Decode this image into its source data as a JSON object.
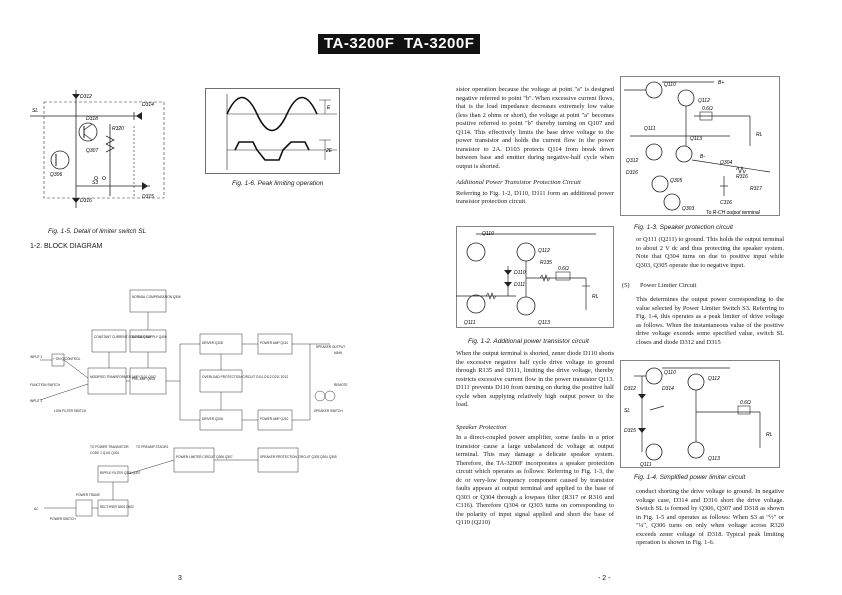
{
  "header": {
    "model_a": "TA-3200F",
    "model_b": "TA-3200F"
  },
  "fig15": {
    "caption": "Fig. 1-5.  Detail of limiter switch SL",
    "labels": {
      "sl": "SL",
      "d312": "D312",
      "d314": "D314",
      "d318": "D318",
      "r320": "R320",
      "q307": "Q307",
      "q306": "Q306",
      "s3": "S3",
      "d316": "D316",
      "d315": "D315"
    }
  },
  "fig16": {
    "caption": "Fig. 1-6.  Peak limiting operation",
    "labels": {
      "e": "E",
      "two_e": "2E"
    }
  },
  "section12": {
    "heading": "1-2.  BLOCK DIAGRAM"
  },
  "block_diagram": {
    "blocks": {
      "normal": "NORMAL COMPENSATION Q306",
      "ccs": "CONSTANT CURRENT SOURCE Q305",
      "dcbias": "DC BIAS SUPPLY Q406",
      "driver_top": "DRIVER Q108",
      "pamp_top": "POWER AMP Q110",
      "overload": "OVERLOAD PROTECTION CIRCUIT D111 D112 D211 D212",
      "driver_bot": "DRIVER Q208",
      "pamp_bot": "POWER AMP Q210",
      "cascode": "MODIFIED TRANSFORMER AMP Q101 Q102",
      "preamp": "PRE-AMP Q103",
      "filter1": "+ ON Q/CONTROL",
      "pw_limiter": "POWER LIMITER CIRCUIT Q306 Q307",
      "spk_prot": "SPEAKER PROTECTION CIRCUIT Q303 Q304 Q305",
      "ripple": "RIPPLE FILTER Q306 Q307",
      "rect": "RECTIFIER D501 D502",
      "power_tr": "POWER TRANS",
      "to_power": "TO POWER TRANSISTOR",
      "to_preamp": "TO PREAMP STAGES",
      "to_preamp_codes": "CODE 1 Q101 Q301"
    },
    "labels": {
      "input1": "INPUT 1",
      "input2": "INPUT 2",
      "function": "FUNCTION SWITCH",
      "lowfilter": "LOW FILTER SWITCH",
      "ac": "AC",
      "power_sw": "POWER SWITCH",
      "speaker_out": "SPEAKER OUTPUT",
      "main": "MAIN",
      "remote": "REMOTE",
      "speaker_sw": "SPEAKER SWITCH"
    }
  },
  "col3": {
    "para1": "sistor operation because the voltage at point \"a\" is designed negative referred to point \"b\". When excessive current flows, that is the load impedance decreases extremely low value (less than 2 ohms or short), the voltage at point \"a\" becomes positive referred to point \"b\" thereby turning on Q107 and Q114. This effectively limits the base drive voltage to the power transistor and holds the current flow in the power transistor to 2A. D103 protects Q114 from break down between base and emitter during negative-half cycle when output is shorted.",
    "sub1": "Additional Power Transistor Protection Circuit",
    "para2": "Referring to Fig. 1-2, D110, D111 form an additional power transistor protection circuit.",
    "fig12_caption": "Fig. 1-2.  Additional power transistor circuit",
    "fig12_labels": {
      "q110": "Q110",
      "q112": "Q112",
      "r135": "R135",
      "d110": "D110",
      "d111": "D111",
      "rl": "RL",
      "q111": "Q111",
      "q113": "Q113",
      "ohm": "0.6Ω"
    },
    "para3": "When the output terminal is shorted, zener diode D110 shorts the excessive negative half cycle drive voltage to ground through R135 and D111, limiting the drive voltage, thereby restricts excessive current flow in the power transistor Q113. D111 prevents D110 from turning on during the positive half cycle when supplying relatively high output power to the load.",
    "sub2": "Speaker Protection",
    "para4": "In a direct-coupled power amplifier, some faults in a prior transistor cause a large unbalanced dc voltage at output terminal. This may damage a delicate speaker system. Therefore, the TA-3200F incorporates a speaker protection circuit which operates as follows: Referring to Fig. 1-3, the dc or very-low frequency component caused by transistor faults appears at output terminal and applied to the base of Q303 or Q304 through a lowpass filter (R317 or R316 and C316). Therefore Q304 or Q303 turns on corresponding to the polarity of input signal applied and short the base of Q110 (Q210)"
  },
  "col4": {
    "fig13_caption": "Fig. 1-3.  Speaker protection circuit",
    "fig13_labels": {
      "q110": "Q110",
      "bplus": "B+",
      "q112": "Q112",
      "q111": "Q111",
      "q113": "Q113",
      "rl": "RL",
      "q312": "Q312",
      "bminus": "B-",
      "q304": "Q304",
      "d316": "D316",
      "q305": "Q305",
      "r316": "R316",
      "r317": "R317",
      "c316": "C316",
      "q303": "Q303",
      "to_rch": "To R-CH output terminal",
      "ohm": "0.6Ω"
    },
    "para1": "or Q111 (Q211) to ground. This holds the output terminal to about 2 V dc and thus protecting the speaker system. Note that Q304 turns on due to positive input while Q303, Q305 operate due to negative input.",
    "sec5_num": "(5)",
    "sec5_title": "Power Limiter Circuit",
    "para2": "This determines the output power corresponding to the value selected by Power Limiter Switch S3. Referring to Fig. 1-4, this operates as a peak limiter of drive voltage as follows. When the instantaneous value of the positive drive voltage exceeds some specified value, switch SL closes and diode D312 and D315",
    "fig14_caption": "Fig. 1-4.  Simplified power limiter circuit",
    "fig14_labels": {
      "q110": "Q110",
      "q112": "Q112",
      "d312": "D312",
      "d314": "D314",
      "sl": "SL",
      "d315": "D315",
      "rl": "RL",
      "q111": "Q111",
      "q113": "Q113",
      "ohm": "0.6Ω"
    },
    "para3": "conduct shorting the drive voltage to ground. In negative voltage case, D314 and D316 short the drive voltage. Switch SL is formed by Q306, Q307 and D318 as shown in Fig. 1-5 and operates as follows: When S3 at \"½\" or \"¼\", Q306 turns on only when voltage across R320 exceeds zener voltage of D318. Typical peak limiting operation is shown in Fig. 1-6."
  },
  "page_numbers": {
    "left": "3",
    "right": "- 2 -"
  }
}
